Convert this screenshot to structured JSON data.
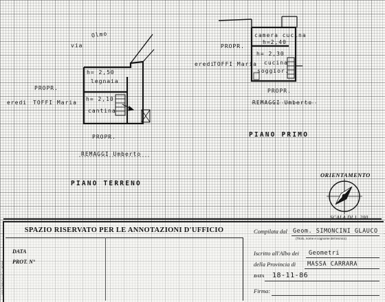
{
  "drawing": {
    "street_label": "via",
    "street_name": "Olmo",
    "ground_floor": {
      "title": "PIANO TERRENO",
      "room_upper": "legnaia",
      "room_upper_height": "h= 2,50",
      "room_lower": "cantina",
      "room_lower_height": "h= 2,10",
      "owner_left_prefix": "eredi",
      "owner_left_name": "TOFFI Maria",
      "prop_left": "PROPR.",
      "prop_bottom": "PROPR.",
      "owner_bottom": "REMAGGI Umberto"
    },
    "first_floor": {
      "title": "PIANO PRIMO",
      "room_upper": "camera cucina",
      "room_upper_height": "h=2,40",
      "room_lower": "cucina",
      "room_lower_sub": "soggior.",
      "room_lower_height": "h= 2,30",
      "owner_left_prefix": "eredi",
      "owner_left_name": "TOFFI Maria",
      "prop_left": "PROPR.",
      "prop_bottom": "PROPR.",
      "owner_bottom": "REMAGGI Umberto"
    },
    "orientation_label": "ORIENTAMENTO",
    "scale_label": "SCALA DI 1. 200"
  },
  "office_box": {
    "title": "SPAZIO RISERVATO PER LE ANNOTAZIONI D'UFFICIO",
    "data_label": "DATA",
    "prot_label": "PROT. N°",
    "stamp_text": "I.P.S. OFFICINA C.V. ROMA"
  },
  "compiler": {
    "compiled_by_label": "Compilata dal",
    "compiled_by_value": "Geom. SIMONCINI GLAUCO",
    "compiled_by_hint": "(Titolo, nome e cognome del tecnico)",
    "albo_label": "Iscritto all'Albo dei",
    "albo_value": "Geometri",
    "province_label": "della Provincia di",
    "province_value": "MASSA CARRARA",
    "date_label": "DATA",
    "date_value": "18-11-86",
    "signature_label": "Firma:"
  }
}
